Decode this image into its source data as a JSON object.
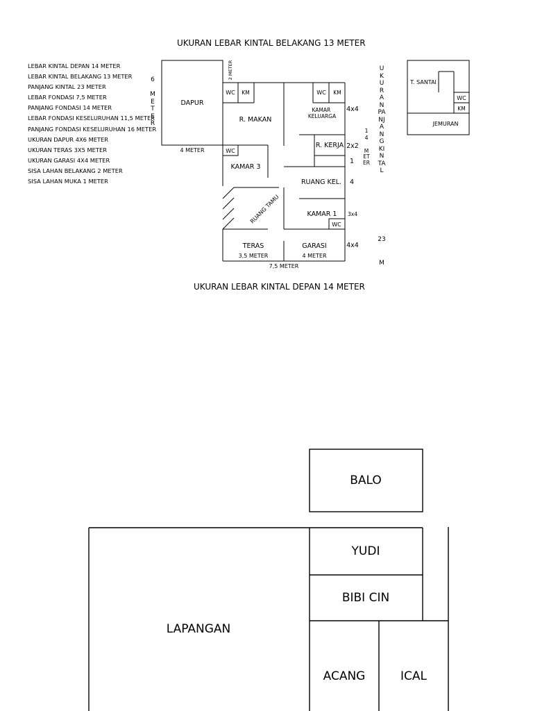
{
  "plan": {
    "title_top": "UKURAN LEBAR KINTAL BELAKANG 13 METER",
    "title_bottom": "UKURAN LEBAR KINTAL DEPAN 14 METER",
    "notes": [
      "LEBAR KINTAL DEPAN 14 METER",
      "LEBAR KINTAL BELAKANG 13 METER",
      "PANJANG KINTAL 23 METER",
      "LEBAR FONDASI 7,5 METER",
      "PANJANG FONDASI 14 METER",
      "LEBAR FONDASI KESELURUHAN 11,5 METER",
      "PANJANG FONDASI KESELURUHAN 16 METER",
      "UKURAN DAPUR 4x6 METER",
      "UKURAN TERAS 3x5 METER",
      "UKURAN GARASI 4x4 METER",
      "SISA LAHAN BELAKANG 2 METER",
      "SISA LAHAN MUKA 1 METER"
    ],
    "rooms": {
      "dapur": "DAPUR",
      "wc_1": "WC",
      "km_1": "KM",
      "wc_2": "WC",
      "km_2": "KM",
      "r_makan": "R. MAKAN",
      "kamar_keluarga": "KAMAR KELUARGA",
      "wc_3": "WC",
      "kamar_3": "KAMAR 3",
      "r_kerja": "R. KERJA",
      "ruang_kel": "RUANG KEL.",
      "ruang_tamu": "RUANG TAMU",
      "kamar_1": "KAMAR 1",
      "wc_4": "WC",
      "teras": "TERAS",
      "garasi": "GARASI",
      "t_santai": "T. SANTAI",
      "wc_5": "WC",
      "km_3": "KM",
      "jemuran": "JEMURAN"
    },
    "dims": {
      "dapur_height_num": "6",
      "dapur_height_unit": "METER",
      "dapur_width": "4 METER",
      "gap_top": "2 METER",
      "kk_size": "4x4",
      "kerja_size": "2x2",
      "one": "1",
      "four": "4",
      "kamar1_size": "3x4",
      "garasi_size": "4x4",
      "teras_width": "3,5 METER",
      "garasi_width": "4 METER",
      "house_width": "7,5 METER",
      "fondasi_len_num": "14",
      "fondasi_len_unit": "METER",
      "kintal_len_label": "UKURAN PANJANG KINTAL",
      "kintal_len_num": "23",
      "kintal_len_unit": "M"
    }
  },
  "map": {
    "balo": "BALO",
    "yudi": "YUDI",
    "bibi_cin": "BIBI CIN",
    "lapangan": "LAPANGAN",
    "acang": "ACANG",
    "ical": "ICAL"
  }
}
